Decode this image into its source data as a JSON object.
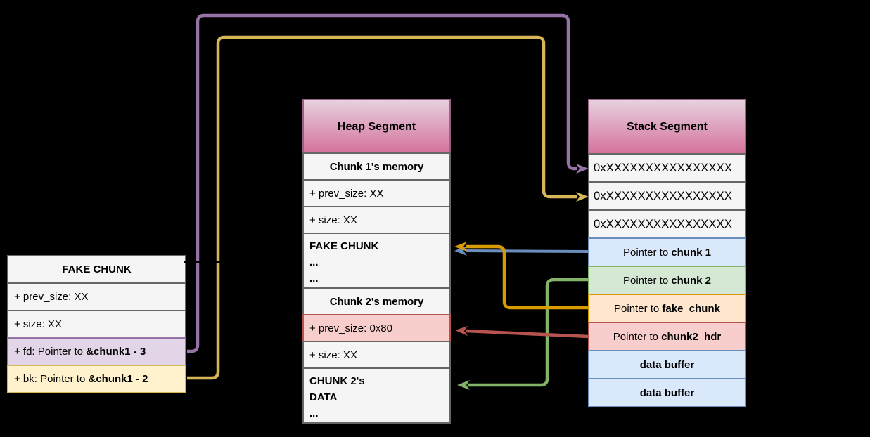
{
  "canvas": {
    "background": "#000000"
  },
  "palette": {
    "background": "#000000",
    "text": "#000000",
    "gray_fill": "#f5f5f5",
    "gray_border": "#666666",
    "header_grad_top": "#e6d0de",
    "header_grad_bottom": "#d5739d",
    "header_border": "#996185",
    "purple": "#9673a6",
    "purple_fill": "#e1d5e7",
    "yellow": "#d6b656",
    "yellow_fill": "#fff2cc",
    "blue": "#6c8ebf",
    "blue_fill": "#dae8fc",
    "green": "#82b366",
    "green_fill": "#d5e8d4",
    "orange": "#d79b00",
    "orange_fill": "#ffe6cc",
    "red": "#b85450",
    "red_fill": "#f8cecc"
  },
  "boxes": {
    "fake_chunk": {
      "rows": [
        {
          "name": "fake-chunk-title-row",
          "variant": "gray",
          "align": "center",
          "lines": [
            [
              {
                "t": "FAKE CHUNK",
                "b": true
              }
            ]
          ]
        },
        {
          "name": "prev-size-row",
          "variant": "gray",
          "align": "left",
          "lines": [
            [
              {
                "t": "+ prev_size: XX"
              }
            ]
          ]
        },
        {
          "name": "size-row",
          "variant": "gray",
          "align": "left",
          "lines": [
            [
              {
                "t": "+ size: XX"
              }
            ]
          ]
        },
        {
          "name": "fd-row",
          "variant": "purple",
          "align": "left",
          "lines": [
            [
              {
                "t": "+ fd: Pointer to "
              },
              {
                "t": "&chunk1 - 3",
                "b": true
              }
            ]
          ]
        },
        {
          "name": "bk-row",
          "variant": "yellow",
          "align": "left",
          "lines": [
            [
              {
                "t": "+ bk: Pointer to "
              },
              {
                "t": "&chunk1 - 2",
                "b": true
              }
            ]
          ]
        }
      ]
    },
    "heap": {
      "rows": [
        {
          "name": "heap-segment-header",
          "variant": "pink-header",
          "align": "center",
          "lines": [
            [
              {
                "t": "Heap Segment",
                "b": true
              }
            ]
          ]
        },
        {
          "name": "chunk1-memory-row",
          "variant": "gray",
          "align": "center",
          "lines": [
            [
              {
                "t": "Chunk 1's memory",
                "b": true
              }
            ]
          ]
        },
        {
          "name": "chunk1-prev-size-row",
          "variant": "gray",
          "align": "left",
          "lines": [
            [
              {
                "t": "+ prev_size: XX"
              }
            ]
          ]
        },
        {
          "name": "chunk1-size-row",
          "variant": "gray",
          "align": "left",
          "lines": [
            [
              {
                "t": "+ size: XX"
              }
            ]
          ]
        },
        {
          "name": "fake-chunk-region-row",
          "variant": "gray",
          "align": "left",
          "tall": true,
          "lines": [
            [
              {
                "t": "FAKE CHUNK",
                "b": true
              }
            ],
            [
              {
                "t": "...",
                "b": true
              }
            ],
            [
              {
                "t": "...",
                "b": true
              }
            ]
          ]
        },
        {
          "name": "chunk2-memory-row",
          "variant": "gray",
          "align": "center",
          "lines": [
            [
              {
                "t": "Chunk 2's memory",
                "b": true
              }
            ]
          ]
        },
        {
          "name": "chunk2-prev-size-row",
          "variant": "red",
          "align": "left",
          "lines": [
            [
              {
                "t": "+ prev_size: 0x80"
              }
            ]
          ]
        },
        {
          "name": "chunk2-size-row",
          "variant": "gray",
          "align": "left",
          "lines": [
            [
              {
                "t": "+ size: XX"
              }
            ]
          ]
        },
        {
          "name": "chunk2-data-row",
          "variant": "gray",
          "align": "left",
          "tall": true,
          "lines": [
            [
              {
                "t": "CHUNK 2's",
                "b": true
              }
            ],
            [
              {
                "t": "DATA",
                "b": true
              }
            ],
            [
              {
                "t": "...",
                "b": true
              }
            ]
          ]
        }
      ]
    },
    "stack": {
      "rows": [
        {
          "name": "stack-segment-header",
          "variant": "pink-header",
          "align": "center",
          "lines": [
            [
              {
                "t": "Stack Segment",
                "b": true
              }
            ]
          ]
        },
        {
          "name": "address-row",
          "variant": "gray",
          "align": "left",
          "lines": [
            [
              {
                "t": "0xXXXXXXXXXXXXXXXX"
              }
            ]
          ]
        },
        {
          "name": "address-row",
          "variant": "gray",
          "align": "left",
          "lines": [
            [
              {
                "t": "0xXXXXXXXXXXXXXXXX"
              }
            ]
          ]
        },
        {
          "name": "address-row",
          "variant": "gray",
          "align": "left",
          "lines": [
            [
              {
                "t": "0xXXXXXXXXXXXXXXXX"
              }
            ]
          ]
        },
        {
          "name": "pointer-chunk1-row",
          "variant": "blue",
          "align": "center",
          "lines": [
            [
              {
                "t": "Pointer to "
              },
              {
                "t": "chunk 1",
                "b": true
              }
            ]
          ]
        },
        {
          "name": "pointer-chunk2-row",
          "variant": "green",
          "align": "center",
          "lines": [
            [
              {
                "t": "Pointer to "
              },
              {
                "t": "chunk 2",
                "b": true
              }
            ]
          ]
        },
        {
          "name": "pointer-fake-chunk-row",
          "variant": "orange",
          "align": "center",
          "lines": [
            [
              {
                "t": "Pointer to "
              },
              {
                "t": "fake_chunk",
                "b": true
              }
            ]
          ]
        },
        {
          "name": "pointer-chunk2-hdr-row",
          "variant": "red",
          "align": "center",
          "lines": [
            [
              {
                "t": "Pointer to "
              },
              {
                "t": "chunk2_hdr",
                "b": true
              }
            ]
          ]
        },
        {
          "name": "data-buffer-row",
          "variant": "blue",
          "align": "center",
          "lines": [
            [
              {
                "t": "data buffer",
                "b": true
              }
            ]
          ]
        },
        {
          "name": "data-buffer-row",
          "variant": "blue",
          "align": "center",
          "lines": [
            [
              {
                "t": "data buffer",
                "b": true
              }
            ]
          ]
        }
      ]
    }
  },
  "arrows": [
    {
      "name": "fd-to-stack-slot1-arrow",
      "color": "purple"
    },
    {
      "name": "bk-to-stack-slot2-arrow",
      "color": "yellow"
    },
    {
      "name": "pointer-chunk1-to-fake-chunk-arrow",
      "color": "blue"
    },
    {
      "name": "pointer-fake-chunk-to-fake-chunk-arrow",
      "color": "orange"
    },
    {
      "name": "pointer-chunk2-to-chunk2-data-arrow",
      "color": "green"
    },
    {
      "name": "pointer-chunk2-hdr-to-prev-size-arrow",
      "color": "red"
    },
    {
      "name": "hidden-connector-tick",
      "color": "background"
    }
  ]
}
